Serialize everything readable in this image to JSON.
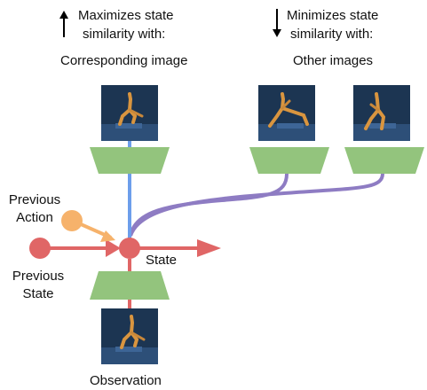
{
  "header_left": {
    "line1": "Maximizes state",
    "line2": "similarity with:",
    "arrow_icon": "arrow-up-icon"
  },
  "header_right": {
    "line1": "Minimizes state",
    "line2": "similarity with:",
    "arrow_icon": "arrow-down-icon"
  },
  "labels": {
    "corresponding_image": "Corresponding image",
    "other_images": "Other images",
    "previous_action_1": "Previous",
    "previous_action_2": "Action",
    "previous_state_1": "Previous",
    "previous_state_2": "State",
    "state": "State",
    "observation": "Observation"
  },
  "colors": {
    "encoder_green": "#93c47d",
    "state_red": "#e06666",
    "action_orange": "#f6b26b",
    "positive_blue": "#6d9eeb",
    "negative_purple": "#8e7cc3",
    "image_bg": "#1c3552"
  }
}
